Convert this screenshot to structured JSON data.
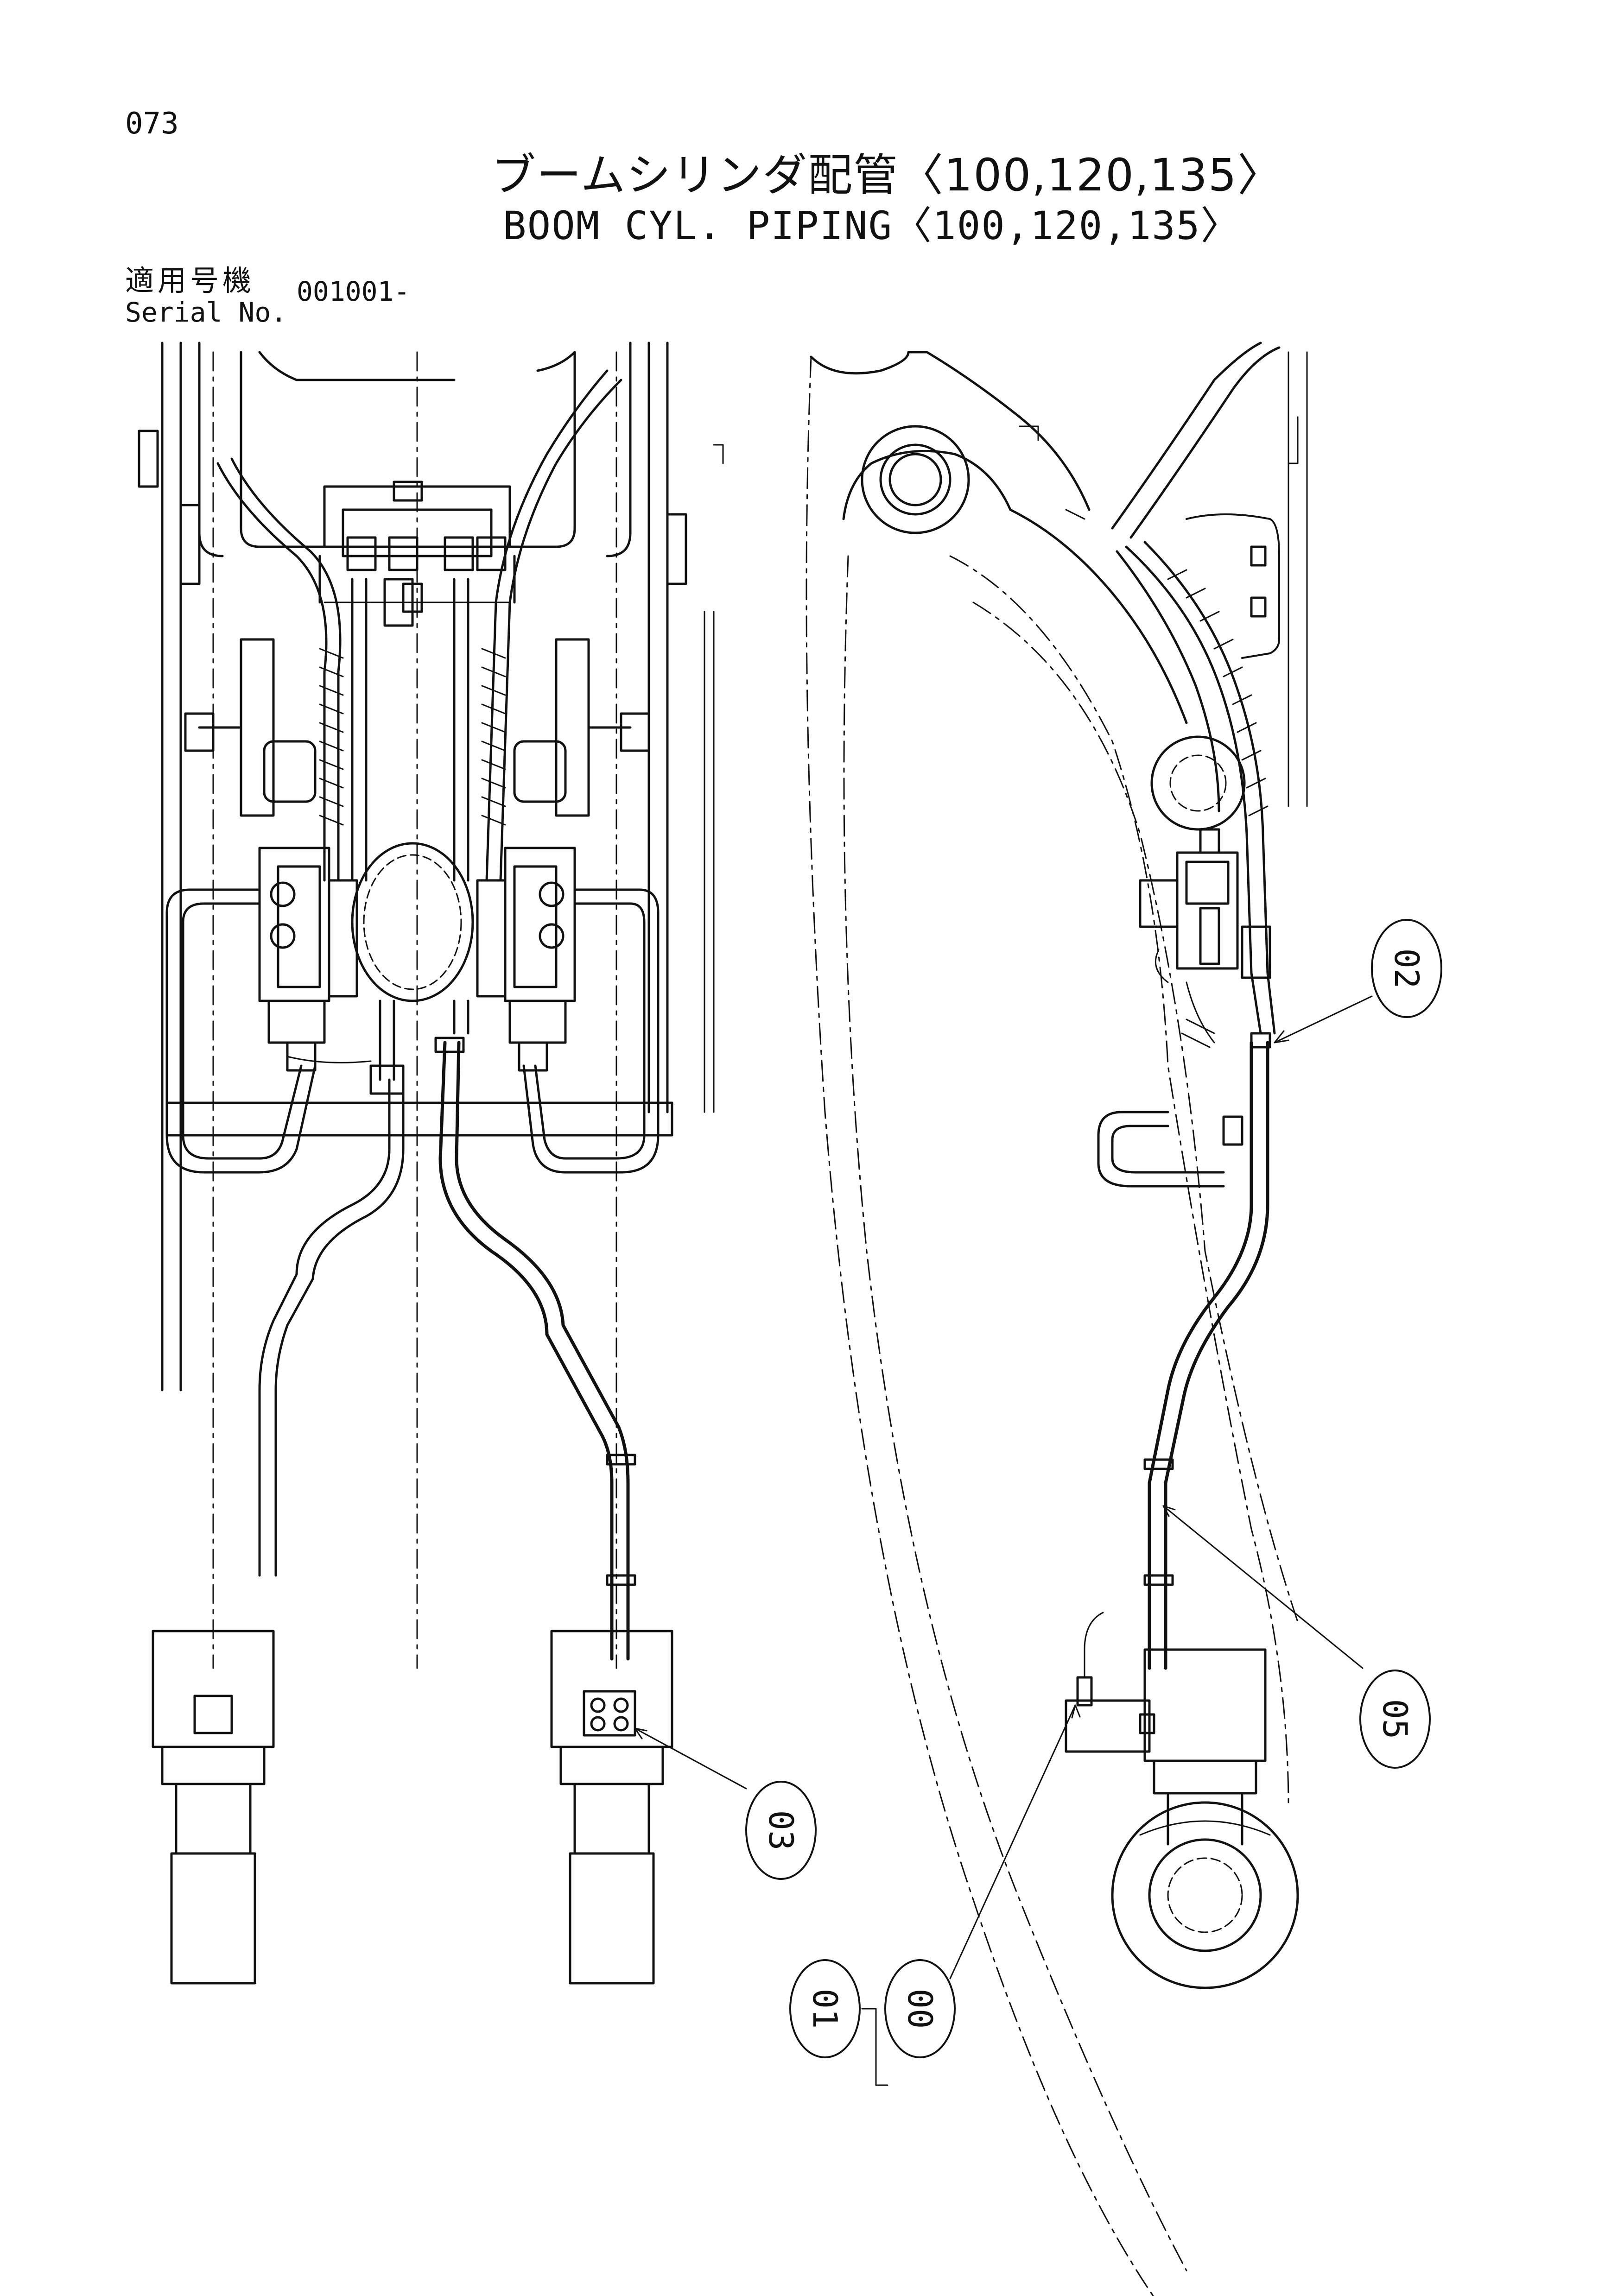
{
  "page_number": "073",
  "title_jp": "ブームシリンダ配管〈100,120,135〉",
  "title_en": "BOOM CYL. PIPING〈100,120,135〉",
  "serial": {
    "label_jp": "適用号機",
    "label_en": "Serial No.",
    "value": "001001-"
  },
  "callouts": [
    "02",
    "03",
    "05",
    "01",
    "00"
  ],
  "colors": {
    "line": "#111111",
    "paper": "#ffffff"
  }
}
